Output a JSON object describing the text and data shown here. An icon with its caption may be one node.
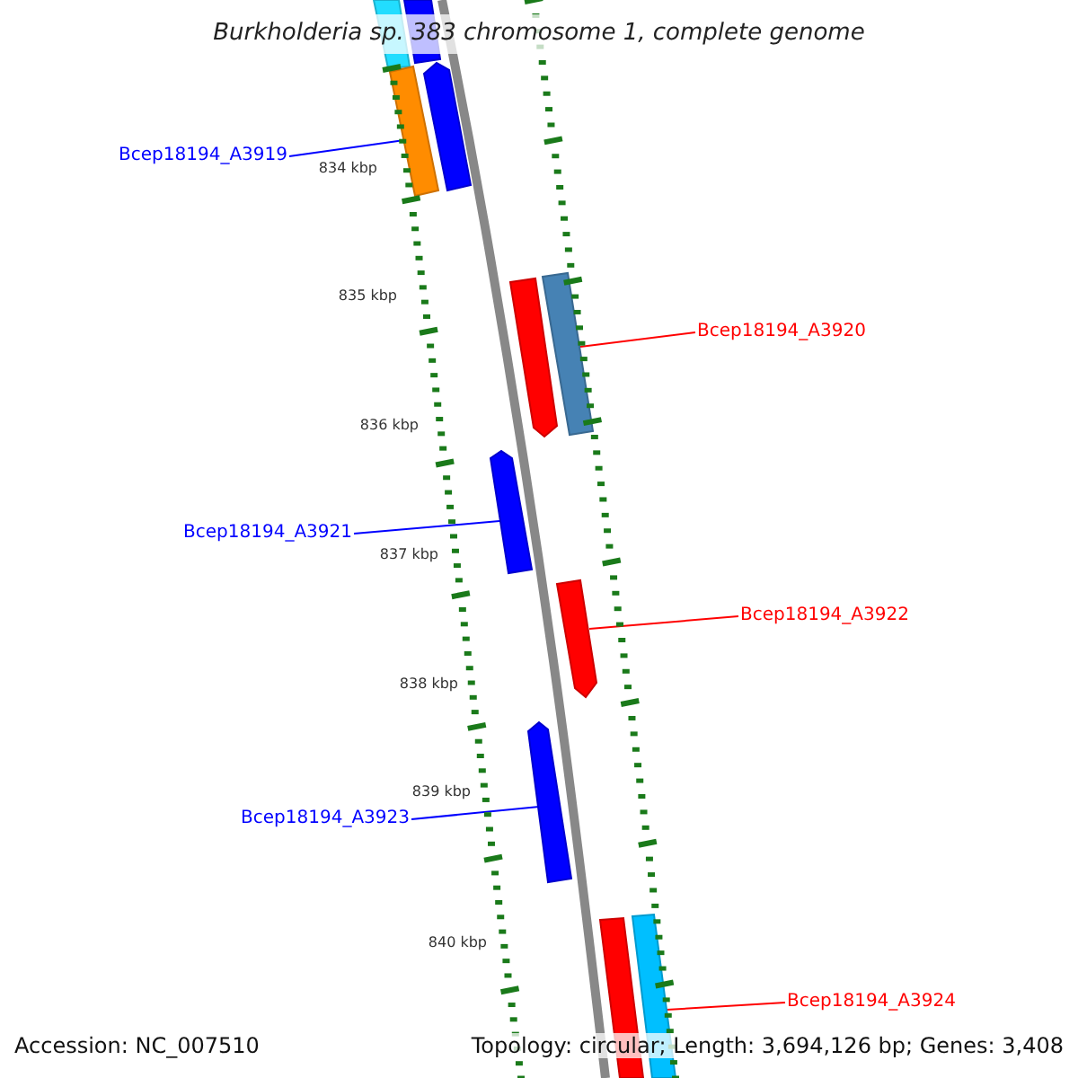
{
  "diagram": {
    "title": "Burkholderia sp. 383 chromosome 1, complete genome",
    "nodes": [
      {
        "text": [
          "Bcep18194_A3919"
        ]
      },
      {
        "text": [
          "Bcep18194_A3920"
        ]
      },
      {
        "text": [
          "Bcep18194_A3921"
        ]
      },
      {
        "text": [
          "Bcep18194_A3922"
        ]
      },
      {
        "text": [
          "Bcep18194_A3923"
        ]
      },
      {
        "text": [
          "Bcep18194_A3924"
        ]
      },
      {
        "text": [],
        "shape": "bar"
      },
      {
        "text": [],
        "shape": "bar"
      },
      {
        "text": [],
        "shape": "bar"
      },
      {
        "text": [],
        "shape": "bar"
      },
      {
        "text": [],
        "shape": "bar"
      },
      {
        "text": [],
        "shape": "bar"
      },
      {
        "text": [],
        "shape": "bar"
      },
      {
        "text": [],
        "shape": "bar"
      },
      {
        "text": [],
        "shape": "bar"
      },
      {
        "text": [],
        "shape": "bar"
      },
      {
        "text": [],
        "shape": "bar"
      }
    ],
    "edges": [
      {
        "from": 0,
        "to": 8,
        "arrow": "none"
      },
      {
        "from": 1,
        "to": 11,
        "arrow": "none",
        "color": "#ff0000"
      },
      {
        "from": 2,
        "to": 12,
        "arrow": "none"
      },
      {
        "from": 3,
        "to": 13,
        "arrow": "none",
        "color": "#ff0000"
      },
      {
        "from": 4,
        "to": 14,
        "arrow": "none"
      },
      {
        "from": 5,
        "to": 16,
        "arrow": "none",
        "color": "#ff0000"
      }
    ],
    "labels": [
      "834 kbp",
      "835 kbp",
      "836 kbp",
      "837 kbp",
      "838 kbp",
      "839 kbp",
      "840 kbp",
      "Accession: NC_007510",
      "Topology: circular; Length: 3,694,126 bp; Genes: 3,408"
    ]
  }
}
